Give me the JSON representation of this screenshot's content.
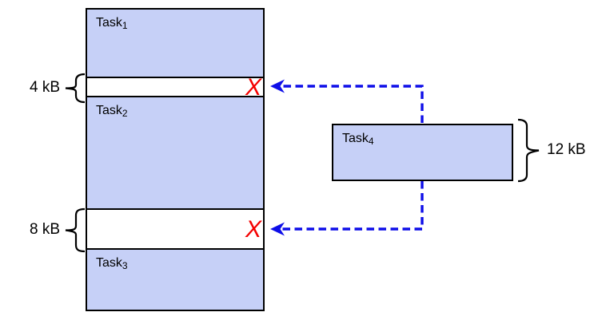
{
  "colors": {
    "background": "#FFFFFF",
    "text_color": "#000000",
    "block_fill": "#C6D0F7",
    "block_border": "#000000",
    "arrow_blue": "#0E0EE8",
    "reject_red": "#F40000"
  },
  "memory": {
    "task1": {
      "base": "Task",
      "sub": "1"
    },
    "gap1": {
      "size": "4 kB"
    },
    "task2": {
      "base": "Task",
      "sub": "2"
    },
    "gap2": {
      "size": "8 kB"
    },
    "task3": {
      "base": "Task",
      "sub": "3"
    }
  },
  "incoming": {
    "base": "Task",
    "sub": "4",
    "size": "12 kB"
  },
  "marks": {
    "reject": "X"
  }
}
